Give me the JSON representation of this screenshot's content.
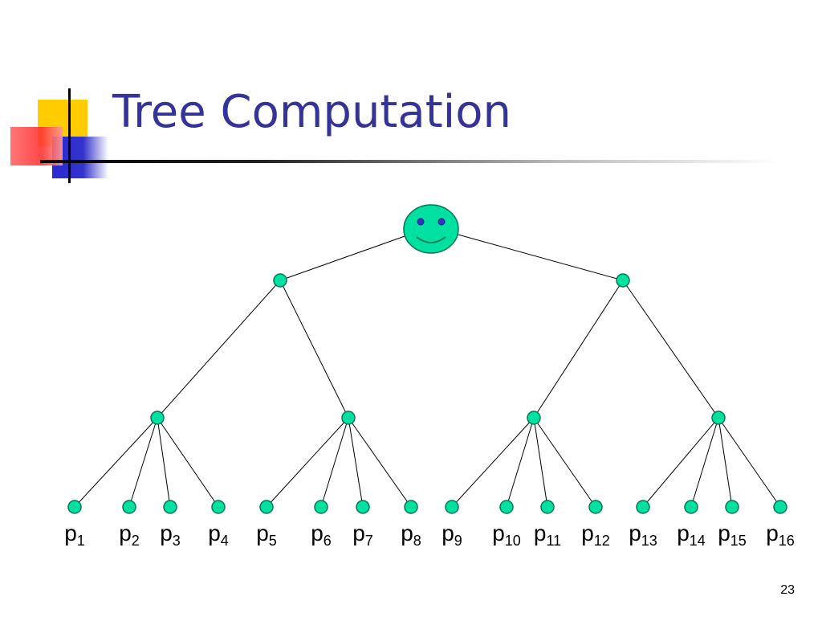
{
  "slide": {
    "title": "Tree Computation",
    "page_number": "23"
  },
  "tree": {
    "root": "smiley-face",
    "levels": [
      1,
      2,
      4,
      16
    ],
    "branching": [
      2,
      2,
      4
    ],
    "leaf_labels": [
      {
        "base": "p",
        "sub": "1"
      },
      {
        "base": "p",
        "sub": "2"
      },
      {
        "base": "p",
        "sub": "3"
      },
      {
        "base": "p",
        "sub": "4"
      },
      {
        "base": "p",
        "sub": "5"
      },
      {
        "base": "p",
        "sub": "6"
      },
      {
        "base": "p",
        "sub": "7"
      },
      {
        "base": "p",
        "sub": "8"
      },
      {
        "base": "p",
        "sub": "9"
      },
      {
        "base": "p",
        "sub": "10"
      },
      {
        "base": "p",
        "sub": "11"
      },
      {
        "base": "p",
        "sub": "12"
      },
      {
        "base": "p",
        "sub": "13"
      },
      {
        "base": "p",
        "sub": "14"
      },
      {
        "base": "p",
        "sub": "15"
      },
      {
        "base": "p",
        "sub": "16"
      }
    ]
  },
  "colors": {
    "title": "#333399",
    "node_fill": "#00e0a0",
    "node_stroke": "#007755",
    "eye": "#3333cc",
    "edge": "#000000"
  }
}
